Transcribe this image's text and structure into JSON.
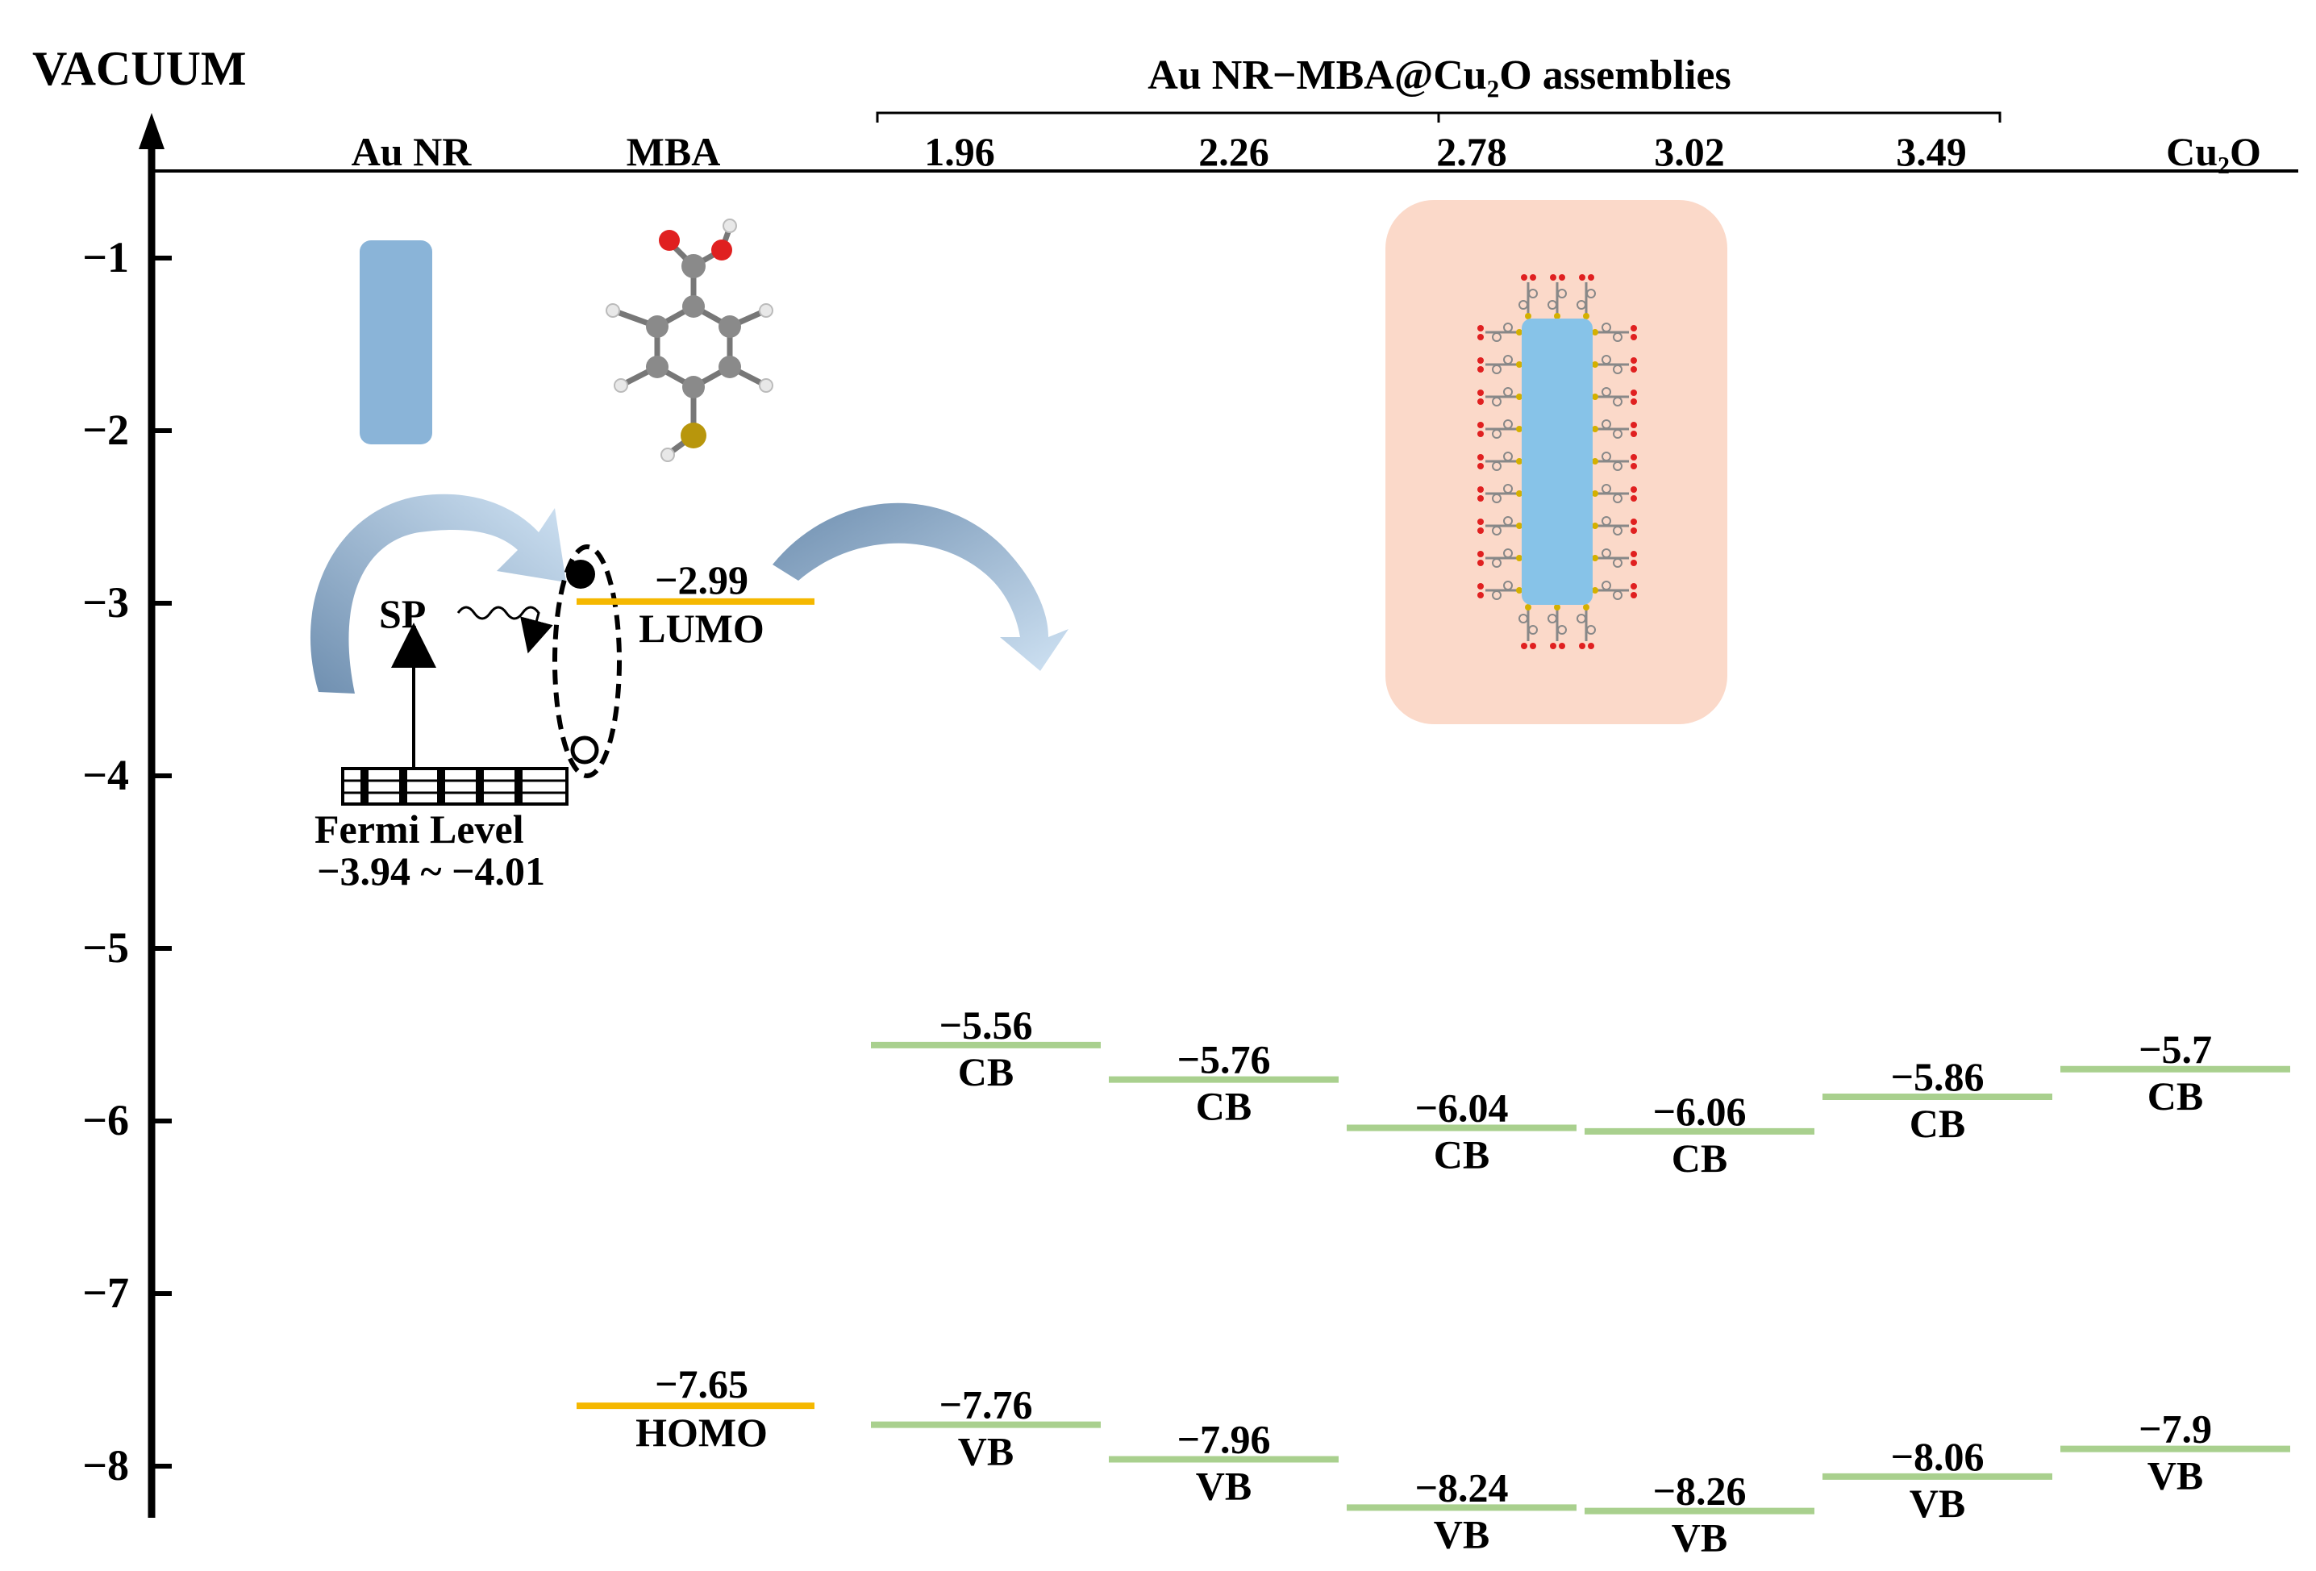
{
  "axis": {
    "top_label": "VACUUM",
    "ticks": [
      -1,
      -2,
      -3,
      -4,
      -5,
      -6,
      -7,
      -8
    ],
    "tick_labels": [
      "−1",
      "−2",
      "−3",
      "−4",
      "−5",
      "−6",
      "−7",
      "−8"
    ]
  },
  "header": {
    "group_title": "Au NR−MBA@Cu₂O assemblies",
    "columns": [
      "Au NR",
      "MBA",
      "1.96",
      "2.26",
      "2.78",
      "3.02",
      "3.49",
      "Cu₂O"
    ]
  },
  "mba": {
    "lumo_value": -2.99,
    "lumo_value_label": "−2.99",
    "lumo_label": "LUMO",
    "homo_value": -7.65,
    "homo_value_label": "−7.65",
    "homo_label": "HOMO"
  },
  "au_nr": {
    "sp_label": "SP",
    "fermi_label": "Fermi Level",
    "fermi_range_label": "−3.94 ~ −4.01",
    "fermi_range": [
      -3.94,
      -4.01
    ]
  },
  "bands": [
    {
      "column": "1.96",
      "cb": -5.56,
      "cb_label": "−5.56",
      "vb": -7.76,
      "vb_label": "−7.76"
    },
    {
      "column": "2.26",
      "cb": -5.76,
      "cb_label": "−5.76",
      "vb": -7.96,
      "vb_label": "−7.96"
    },
    {
      "column": "2.78",
      "cb": -6.04,
      "cb_label": "−6.04",
      "vb": -8.24,
      "vb_label": "−8.24"
    },
    {
      "column": "3.02",
      "cb": -6.06,
      "cb_label": "−6.06",
      "vb": -8.26,
      "vb_label": "−8.26"
    },
    {
      "column": "3.49",
      "cb": -5.86,
      "cb_label": "−5.86",
      "vb": -8.06,
      "vb_label": "−8.06"
    },
    {
      "column": "Cu₂O",
      "cb": -5.7,
      "cb_label": "−5.7",
      "vb": -7.9,
      "vb_label": "−7.9"
    }
  ],
  "band_labels": {
    "cb": "CB",
    "vb": "VB"
  },
  "colors": {
    "mba_level": "#f5b800",
    "band_level": "#a9d08e",
    "nanorod": "#8ab4d8",
    "nanorod_bright": "#87c3e8",
    "assembly_bg": "#fbd9c9",
    "arrow": "#8fb4d6"
  }
}
